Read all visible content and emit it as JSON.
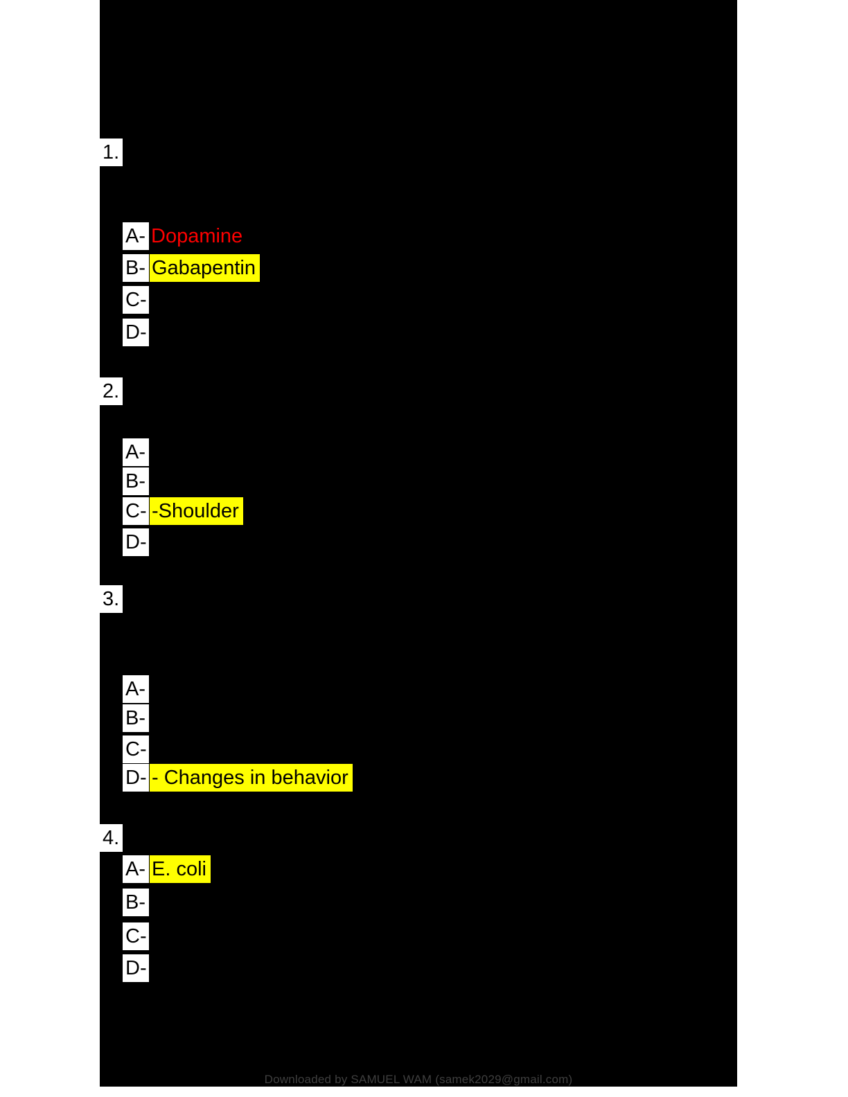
{
  "document": {
    "footer_watermark": "Downloaded by SAMUEL WAM (samek2029@gmail.com)"
  },
  "questions": [
    {
      "number": "1.",
      "options": [
        {
          "label": "A-",
          "answer": "Dopamine",
          "emphasis": "red-text"
        },
        {
          "label": "B-",
          "answer": "Gabapentin",
          "emphasis": "yellow-highlight"
        },
        {
          "label": "C-",
          "answer": "",
          "emphasis": "none"
        },
        {
          "label": "D-",
          "answer": "",
          "emphasis": "none"
        }
      ]
    },
    {
      "number": "2.",
      "options": [
        {
          "label": "A-",
          "answer": "",
          "emphasis": "none"
        },
        {
          "label": "B-",
          "answer": "",
          "emphasis": "none"
        },
        {
          "label": "C-",
          "answer": "-Shoulder",
          "emphasis": "yellow-highlight"
        },
        {
          "label": "D-",
          "answer": "",
          "emphasis": "none"
        }
      ]
    },
    {
      "number": "3.",
      "options": [
        {
          "label": "A-",
          "answer": "",
          "emphasis": "none"
        },
        {
          "label": "B-",
          "answer": "",
          "emphasis": "none"
        },
        {
          "label": "C-",
          "answer": "",
          "emphasis": "none"
        },
        {
          "label": "D-",
          "answer": "- Changes in behavior",
          "emphasis": "yellow-highlight"
        }
      ]
    },
    {
      "number": "4.",
      "options": [
        {
          "label": "A-",
          "answer": "E. coli",
          "emphasis": "yellow-highlight"
        },
        {
          "label": "B-",
          "answer": "",
          "emphasis": "none"
        },
        {
          "label": "C-",
          "answer": "",
          "emphasis": "none"
        },
        {
          "label": "D-",
          "answer": "",
          "emphasis": "none"
        }
      ]
    }
  ],
  "colors": {
    "page_background": "#000000",
    "margin_background": "#ffffff",
    "highlight_yellow": "#ffff00",
    "answer_red": "#fe0000",
    "label_box_background": "#ffffff",
    "label_text": "#000000",
    "footer_text": "#3f3f3f"
  }
}
